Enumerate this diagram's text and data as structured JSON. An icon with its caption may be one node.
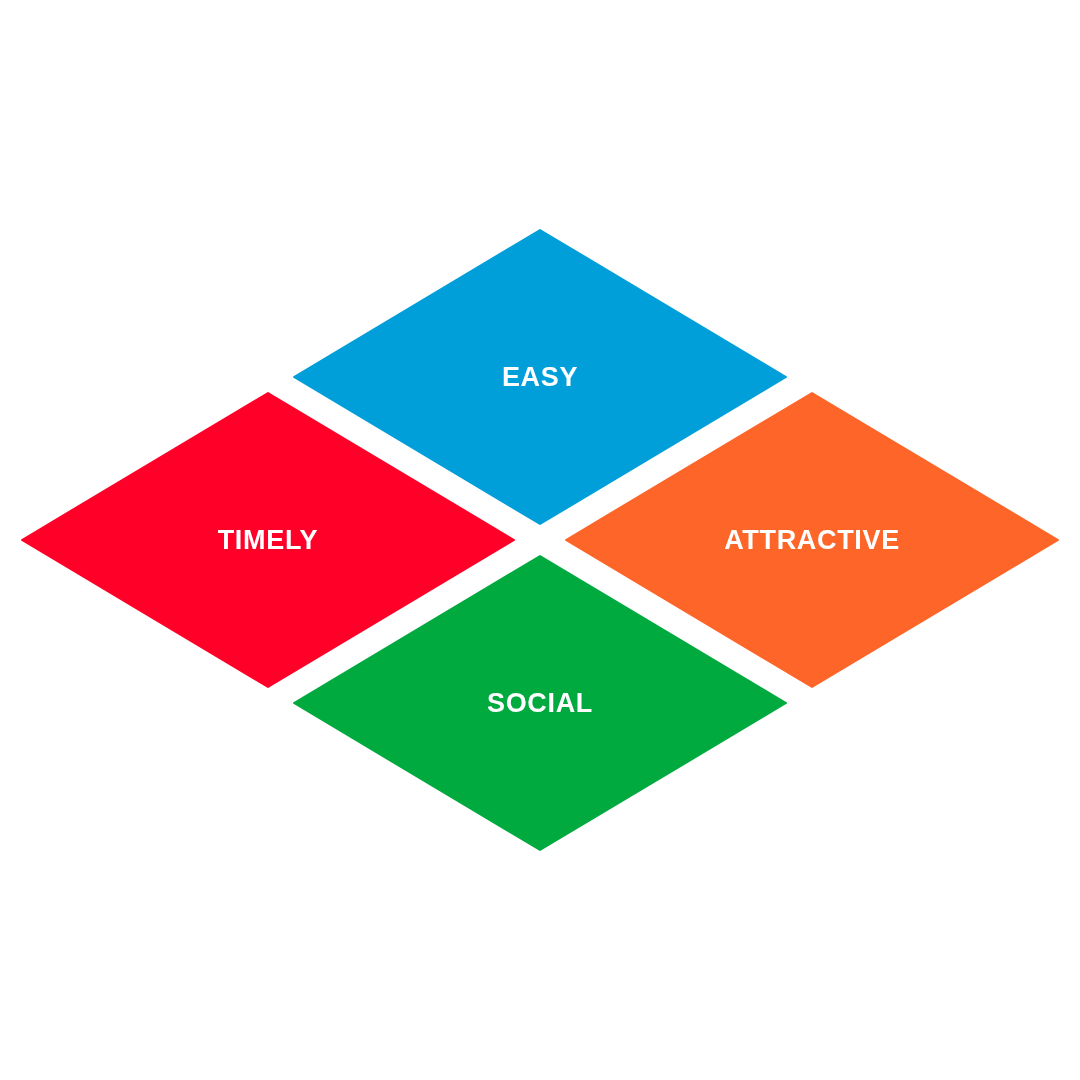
{
  "diagram": {
    "nodes": [
      {
        "text": [
          "EASY"
        ]
      },
      {
        "text": [
          "TIMELY"
        ]
      },
      {
        "text": [
          "ATTRACTIVE"
        ]
      },
      {
        "text": [
          "SOCIAL"
        ]
      }
    ]
  }
}
